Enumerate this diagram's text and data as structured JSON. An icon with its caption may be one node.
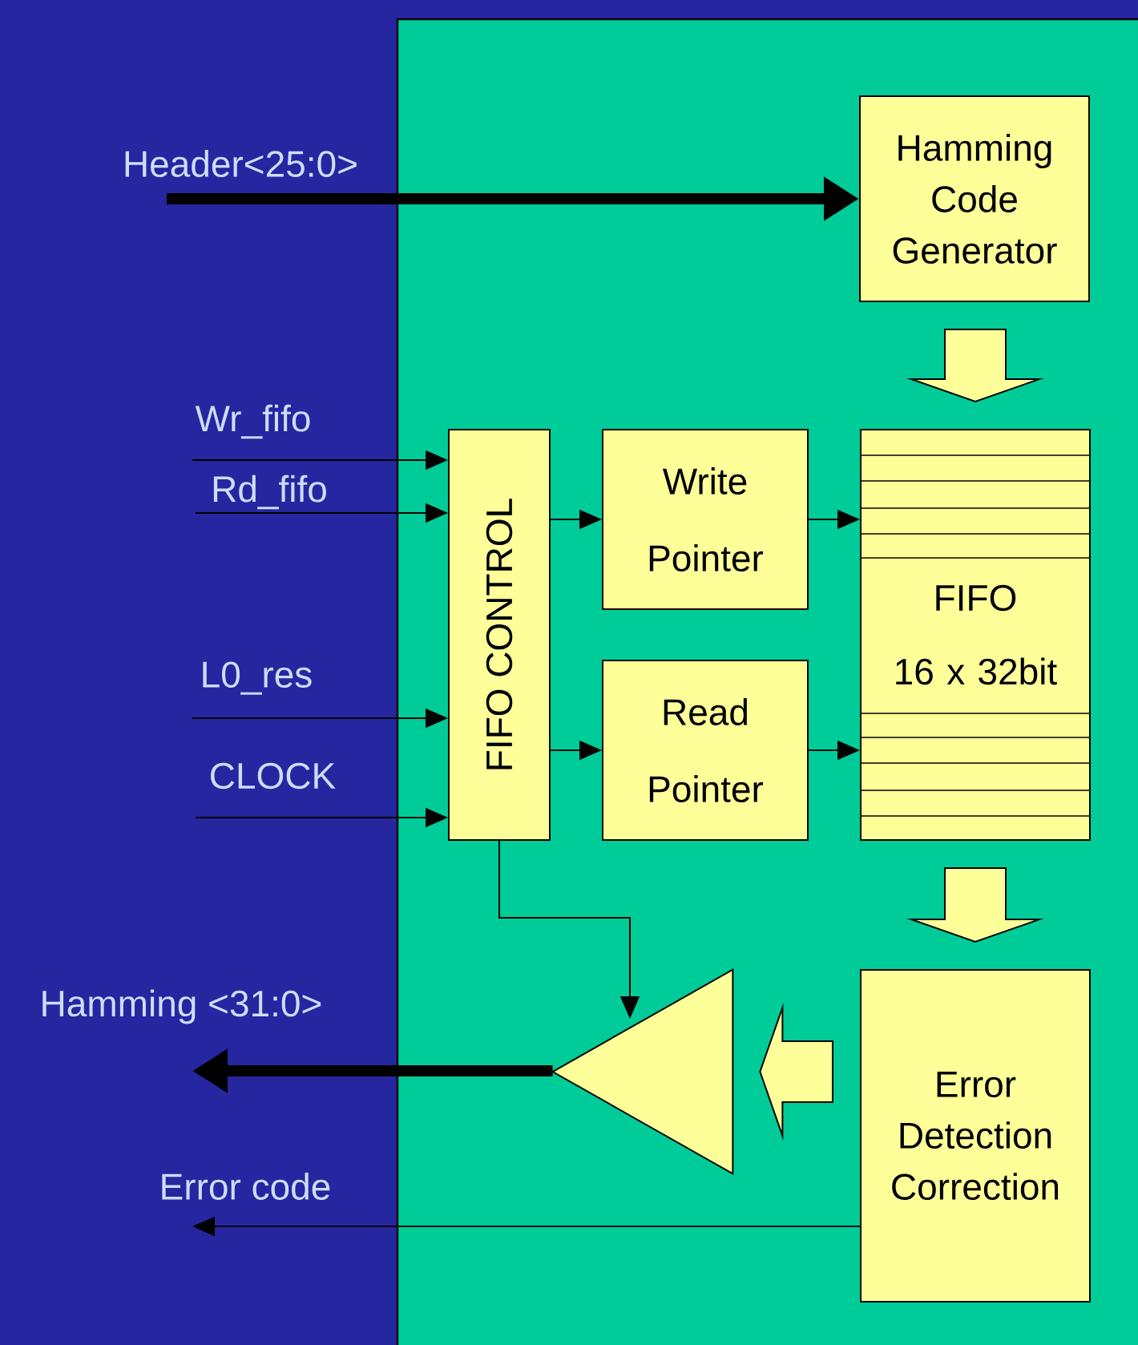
{
  "diagram": {
    "nodes": [
      {
        "text": [
          "Hamming Code Generator"
        ]
      },
      {
        "text": [
          "FIFO CONTROL"
        ]
      },
      {
        "text": [
          "Write Pointer"
        ]
      },
      {
        "text": [
          "FIFO",
          "16 x 32bit"
        ]
      },
      {
        "text": [
          "Read Pointer"
        ]
      },
      {
        "text": [
          "Error Detection Correction"
        ]
      },
      {
        "text": [],
        "shape": "triangle"
      }
    ],
    "edges": [
      {
        "from": null,
        "to": 0,
        "arrow": "to",
        "label": "Header<25:0>",
        "style": "thick"
      },
      {
        "from": null,
        "to": 1,
        "arrow": "to",
        "label": "Wr_fifo"
      },
      {
        "from": null,
        "to": 1,
        "arrow": "to",
        "label": "Rd_fifo"
      },
      {
        "from": null,
        "to": 1,
        "arrow": "to",
        "label": "L0_res"
      },
      {
        "from": null,
        "to": 1,
        "arrow": "to",
        "label": "CLOCK"
      },
      {
        "from": 1,
        "to": 2,
        "arrow": "to"
      },
      {
        "from": 1,
        "to": 4,
        "arrow": "to"
      },
      {
        "from": 2,
        "to": 3,
        "arrow": "to"
      },
      {
        "from": 4,
        "to": 3,
        "arrow": "to"
      },
      {
        "from": 0,
        "to": 3,
        "arrow": "to",
        "color": "#ffff99"
      },
      {
        "from": 3,
        "to": 5,
        "arrow": "to",
        "color": "#ffff99"
      },
      {
        "from": 5,
        "to": 6,
        "arrow": "to",
        "color": "#ffff99"
      },
      {
        "from": 1,
        "to": 6,
        "arrow": "to"
      },
      {
        "from": 6,
        "to": null,
        "arrow": "to",
        "label": "Hamming <31:0>",
        "style": "thick"
      },
      {
        "from": 5,
        "to": null,
        "arrow": "to",
        "label": "Error code"
      }
    ]
  }
}
